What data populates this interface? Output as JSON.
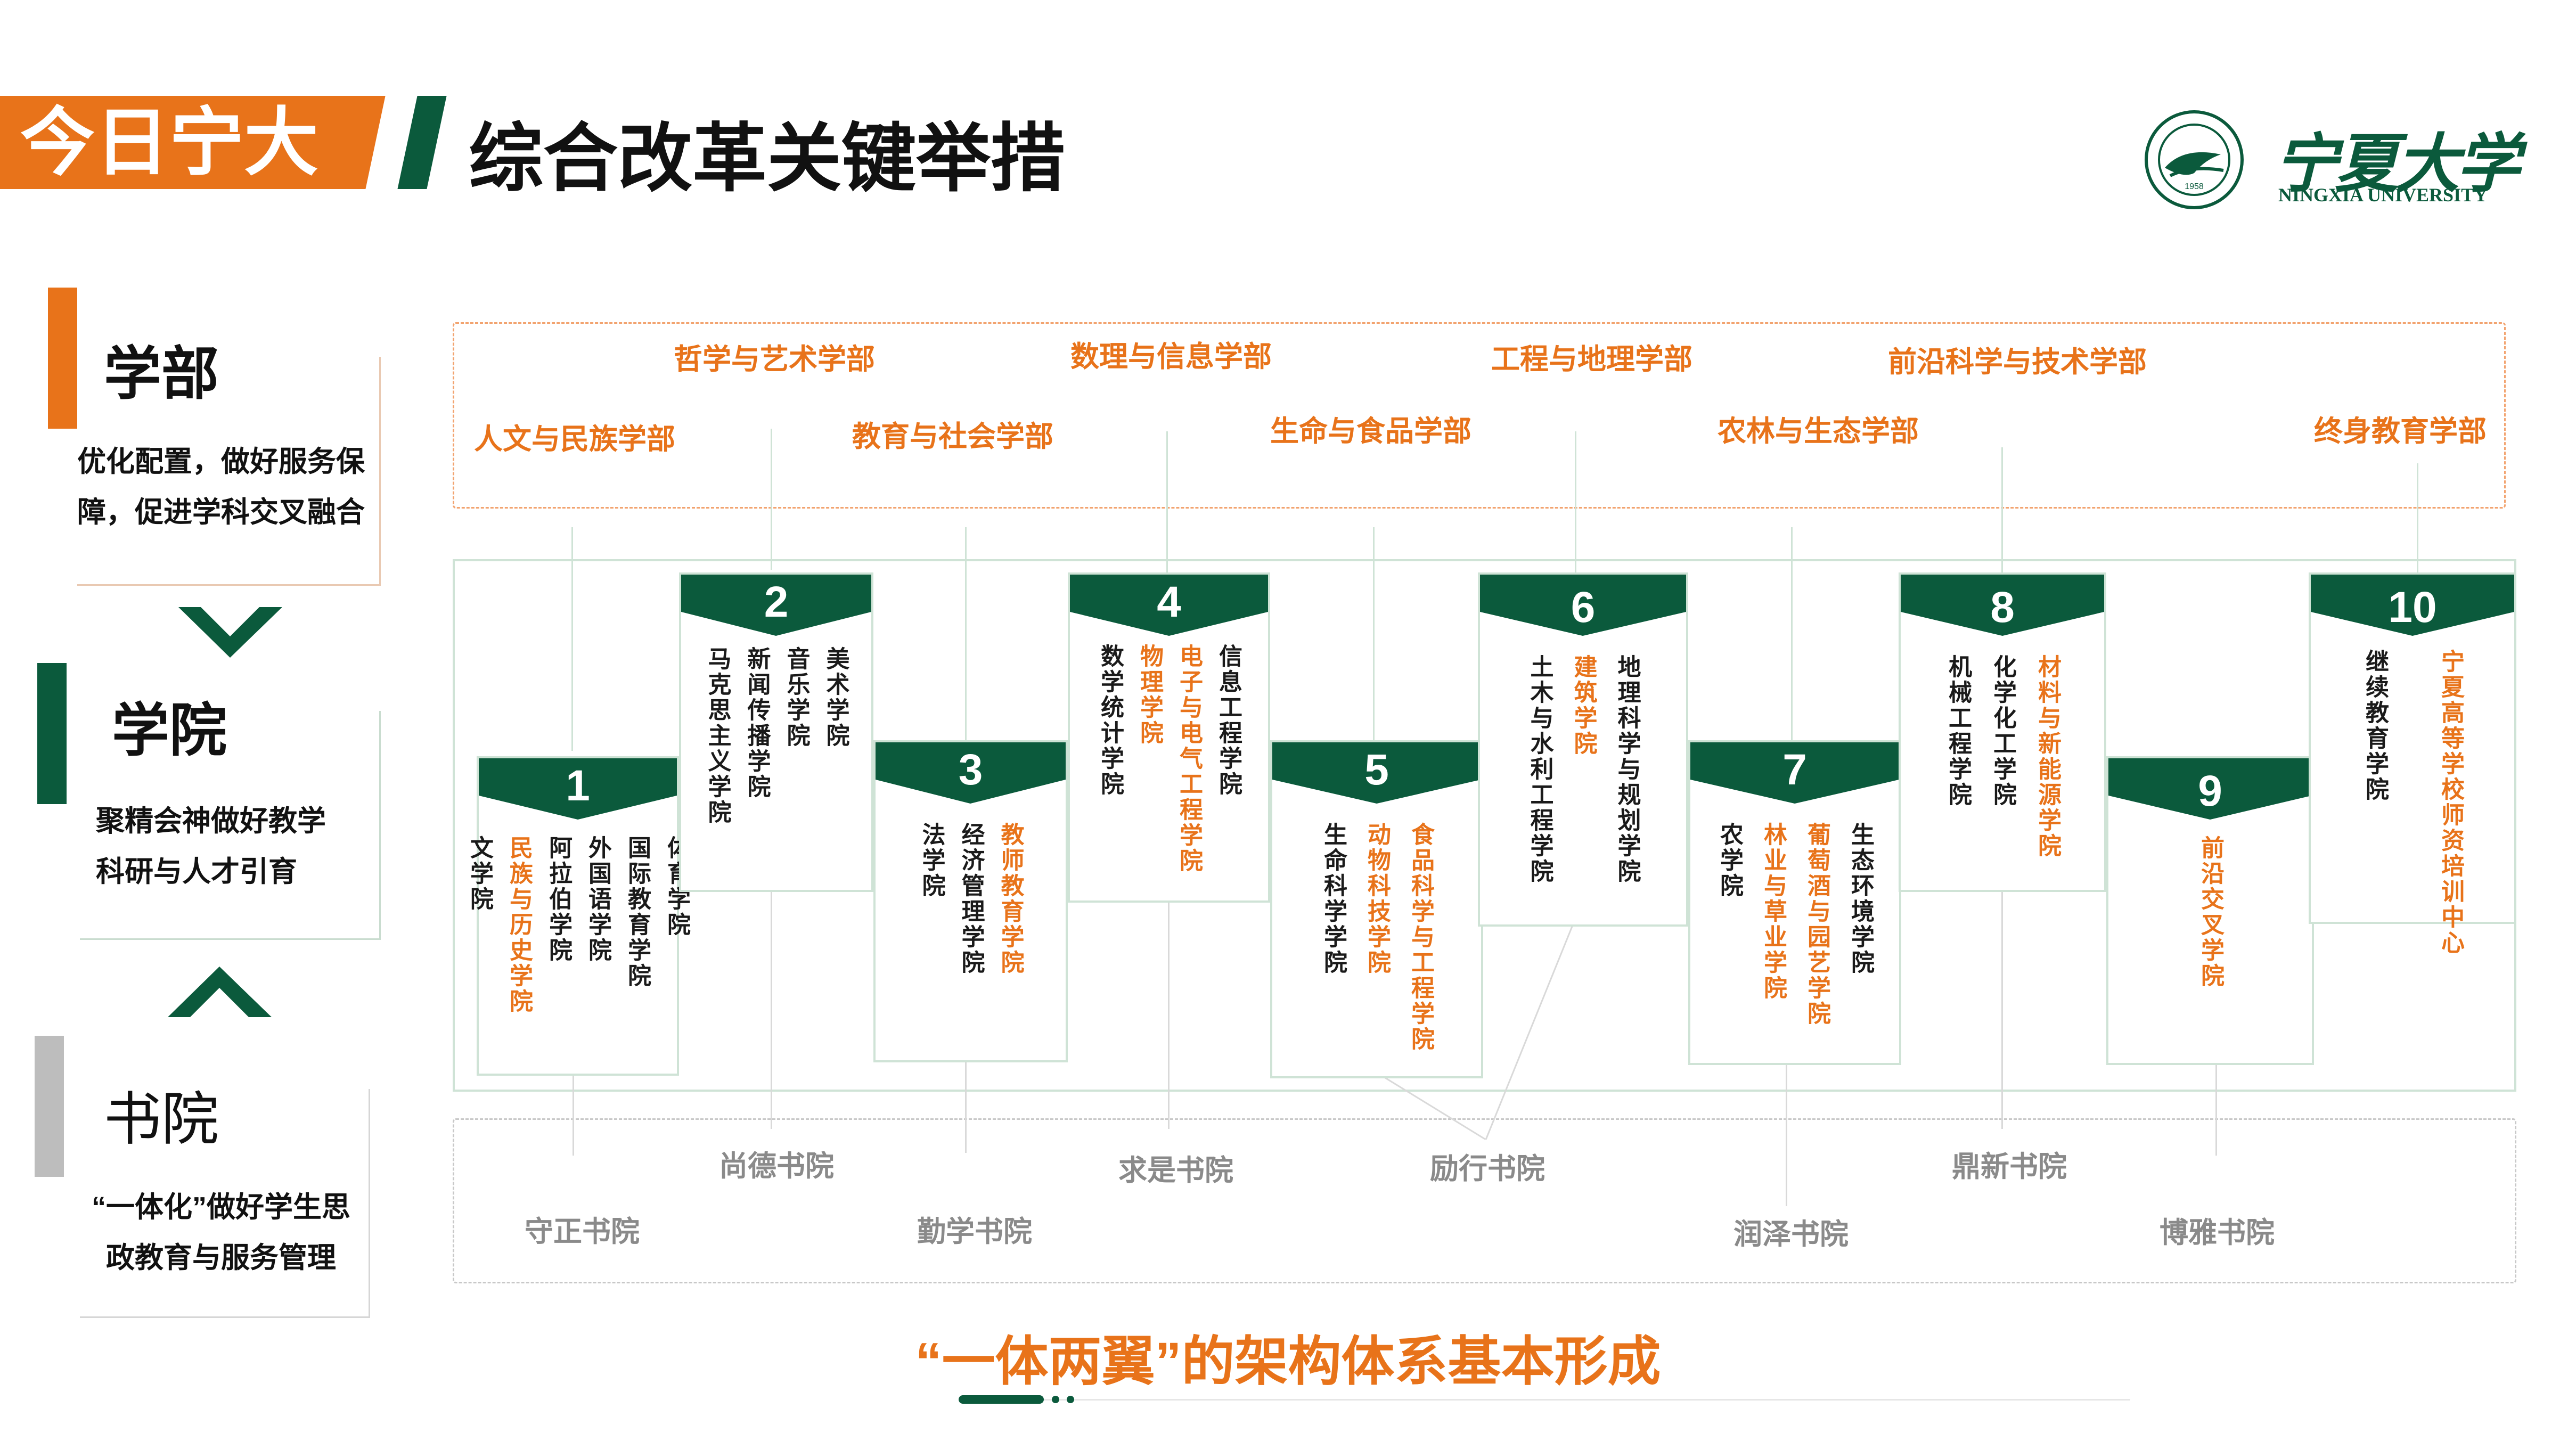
{
  "header": {
    "tag": "今日宁大",
    "title": "综合改革关键举措"
  },
  "logo": {
    "cn": "宁夏大学",
    "en": "NINGXIA UNIVERSITY",
    "seal_year": "1958"
  },
  "levels": [
    {
      "title": "学部",
      "desc": "优化配置，做好服务保障，促进学科交叉融合"
    },
    {
      "title": "学院",
      "desc": "聚精会神做好教学科研与人才引育"
    },
    {
      "title": "书院",
      "desc": "“一体化”做好学生思政教育与服务管理"
    }
  ],
  "departments": [
    "人文与民族学部",
    "哲学与艺术学部",
    "教育与社会学部",
    "数理与信息学部",
    "生命与食品学部",
    "工程与地理学部",
    "农林与生态学部",
    "前沿科学与技术学部",
    "终身教育学部"
  ],
  "colleges": [
    {
      "num": "1",
      "cols": [
        {
          "text": "文学院",
          "hl": false
        },
        {
          "text": "民族与历史学院",
          "hl": true
        },
        {
          "text": "阿拉伯学院",
          "hl": false
        },
        {
          "text": "外国语学院",
          "hl": false
        },
        {
          "text": "国际教育学院",
          "hl": false
        },
        {
          "text": "体育学院",
          "hl": false
        }
      ]
    },
    {
      "num": "2",
      "cols": [
        {
          "text": "马克思主义学院",
          "hl": false
        },
        {
          "text": "新闻传播学院",
          "hl": false
        },
        {
          "text": "音乐学院",
          "hl": false
        },
        {
          "text": "美术学院",
          "hl": false
        }
      ]
    },
    {
      "num": "3",
      "cols": [
        {
          "text": "法学院",
          "hl": false
        },
        {
          "text": "经济管理学院",
          "hl": false
        },
        {
          "text": "教师教育学院",
          "hl": true
        }
      ]
    },
    {
      "num": "4",
      "cols": [
        {
          "text": "数学统计学院",
          "hl": false
        },
        {
          "text": "物理学院",
          "hl": true
        },
        {
          "text": "电子与电气工程学院",
          "hl": true
        },
        {
          "text": "信息工程学院",
          "hl": false
        }
      ]
    },
    {
      "num": "5",
      "cols": [
        {
          "text": "生命科学学院",
          "hl": false
        },
        {
          "text": "动物科技学院",
          "hl": true
        },
        {
          "text": "食品科学与工程学院",
          "hl": true
        }
      ]
    },
    {
      "num": "6",
      "cols": [
        {
          "text": "土木与水利工程学院",
          "hl": false
        },
        {
          "text": "建筑学院",
          "hl": true
        },
        {
          "text": "地理科学与规划学院",
          "hl": false
        }
      ]
    },
    {
      "num": "7",
      "cols": [
        {
          "text": "农学院",
          "hl": false
        },
        {
          "text": "林业与草业学院",
          "hl": true
        },
        {
          "text": "葡萄酒与园艺学院",
          "hl": true
        },
        {
          "text": "生态环境学院",
          "hl": false
        }
      ]
    },
    {
      "num": "8",
      "cols": [
        {
          "text": "机械工程学院",
          "hl": false
        },
        {
          "text": "化学化工学院",
          "hl": false
        },
        {
          "text": "材料与新能源学院",
          "hl": true
        }
      ]
    },
    {
      "num": "9",
      "cols": [
        {
          "text": "前沿交叉学院",
          "hl": true
        }
      ]
    },
    {
      "num": "10",
      "cols": [
        {
          "text": "继续教育学院",
          "hl": false
        },
        {
          "text": "宁夏高等学校师资培训中心",
          "hl": true
        }
      ]
    }
  ],
  "academies": [
    "守正书院",
    "尚德书院",
    "勤学书院",
    "求是书院",
    "励行书院",
    "润泽书院",
    "鼎新书院",
    "博雅书院"
  ],
  "footer": "“一体两翼”的架构体系基本形成",
  "colors": {
    "orange": "#E8731A",
    "green": "#0B5A3C",
    "grey": "#BDBDBD"
  }
}
